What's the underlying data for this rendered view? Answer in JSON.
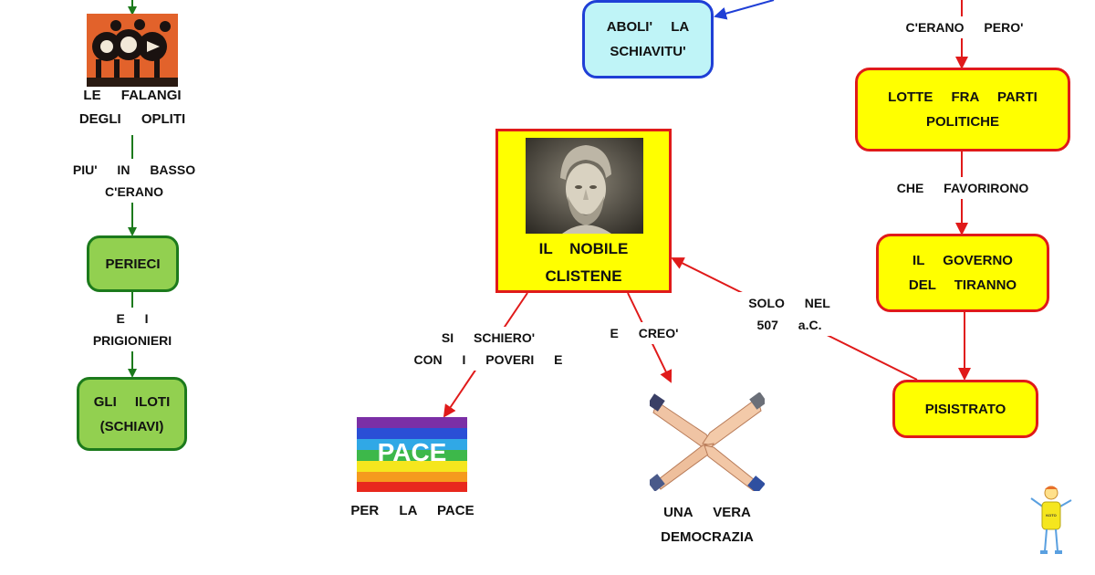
{
  "nodes": {
    "falangi_line1": "LE FALANGI",
    "falangi_line2": "DEGLI OPLITI",
    "perieci": "PERIECI",
    "iloti_line1": "GLI ILOTI",
    "iloti_line2": "(SCHIAVI)",
    "schiavitu_line1": "ABOLI' LA",
    "schiavitu_line2": "SCHIAVITU'",
    "lotte_line1": "LOTTE FRA PARTI",
    "lotte_line2": "POLITICHE",
    "governo_line1": "IL GOVERNO",
    "governo_line2": "DEL TIRANNO",
    "pisistrato": "PISISTRATO",
    "clistene_line1": "IL NOBILE",
    "clistene_line2": "CLISTENE",
    "pace_caption": "PER LA PACE",
    "democrazia_line1": "UNA VERA",
    "democrazia_line2": "DEMOCRAZIA"
  },
  "links": {
    "piu_in_basso": "PIU' IN BASSO",
    "cerano": "C'ERANO",
    "e_i": "E I",
    "prigionieri": "PRIGIONIERI",
    "cerano_pero": "C'ERANO PERO'",
    "che_favorirono": "CHE FAVORIRONO",
    "solo_nel": "SOLO NEL",
    "anno": "507 a.C.",
    "si_schiero": "SI SCHIERO'",
    "con_i_poveri": "CON I POVERI E",
    "e_creo": "E CREO'"
  },
  "pace_flag_text": "PACE",
  "mascot_shirt_text": "KOTO",
  "colors": {
    "yellow_fill": "#ffff00",
    "red_border": "#e01a1a",
    "green_fill": "#92d050",
    "green_border": "#1c7a1c",
    "blue_fill": "#bff4f7",
    "blue_border": "#1f3fd6"
  },
  "images": {
    "falangi": "greek-vase-hoplites-image",
    "clistene": "bust-of-cleisthenes-image",
    "pace": "rainbow-peace-flag-image",
    "democrazia": "joined-hands-image",
    "mascot": "stick-figure-mascot-image"
  }
}
